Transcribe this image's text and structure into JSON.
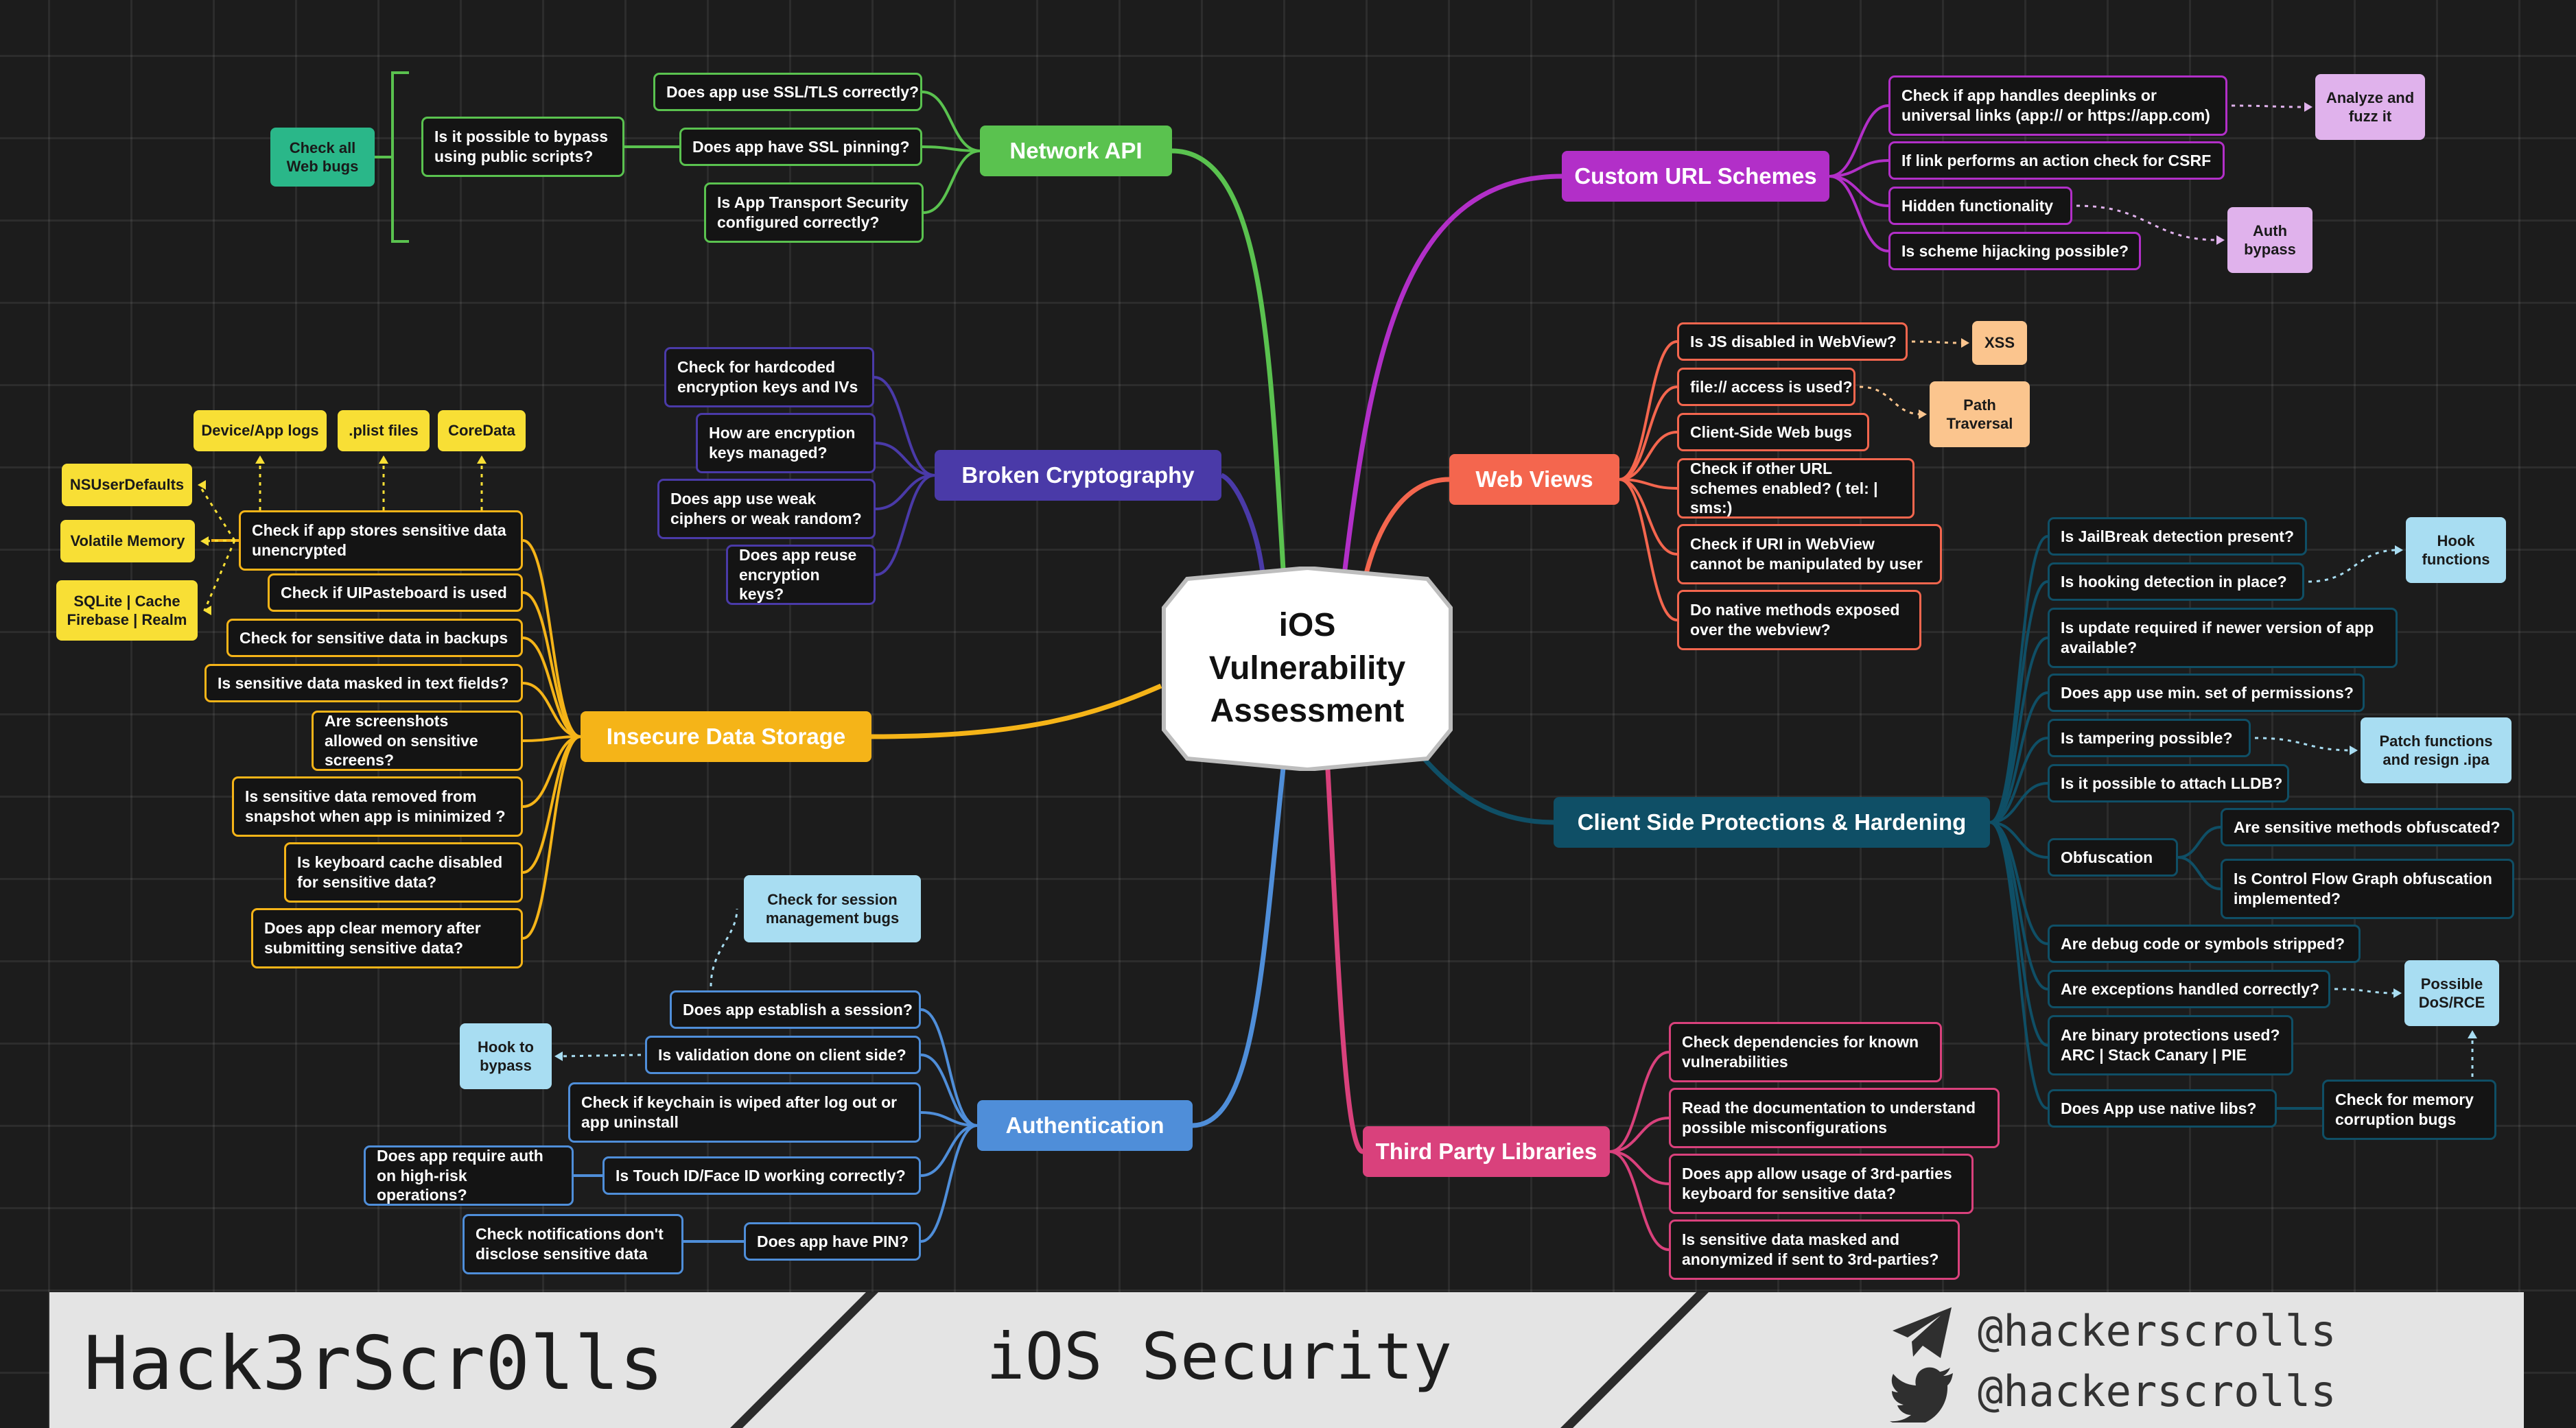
{
  "center": {
    "title": "iOS Vulnerability Assessment"
  },
  "colors": {
    "network": "#5ac24f",
    "crypto": "#4a3aa8",
    "storage": "#f5b418",
    "auth": "#4f8ed9",
    "url": "#b22fc8",
    "web": "#f4664e",
    "client": "#0f4f66",
    "thirdparty": "#d9417c",
    "note_yellow": "#f8df35",
    "note_green": "#2ab789",
    "note_purple": "#e0b2ec",
    "note_peach": "#fbc58e",
    "note_blue": "#a8ddf2"
  },
  "branches": {
    "network": "Network API",
    "crypto": "Broken Cryptography",
    "storage": "Insecure Data Storage",
    "auth": "Authentication",
    "url": "Custom URL Schemes",
    "web": "Web Views",
    "client": "Client Side Protections & Hardening",
    "thirdparty": "Third Party Libraries"
  },
  "network": {
    "leaves": [
      "Does app use SSL/TLS correctly?",
      "Does app have SSL pinning?",
      "Is App Transport Security configured correctly?"
    ],
    "bypass_question": "Is it possible to bypass using public scripts?",
    "note": "Check all Web bugs"
  },
  "crypto": {
    "leaves": [
      "Check for hardcoded encryption keys and IVs",
      "How are encryption keys managed?",
      "Does app use weak ciphers or weak random?",
      "Does app reuse encryption keys?"
    ]
  },
  "storage": {
    "leaves": [
      "Check if app stores sensitive data unencrypted",
      "Check if UIPasteboard is used",
      "Check for sensitive data in backups",
      "Is sensitive data masked in text fields?",
      "Are screenshots allowed on sensitive screens?",
      "Is sensitive data removed from snapshot when app is minimized ?",
      "Is keyboard cache disabled for sensitive data?",
      "Does app clear memory after submitting sensitive data?"
    ],
    "notes_top": [
      "Device/App logs",
      ".plist files",
      "CoreData"
    ],
    "notes_left": [
      "NSUserDefaults",
      "Volatile Memory",
      "SQLite | Cache Firebase | Realm"
    ]
  },
  "auth": {
    "leaves": [
      "Does app establish a session?",
      "Is validation done on client side?",
      "Check if keychain is wiped after log out or app uninstall",
      "Is Touch ID/Face ID working correctly?",
      "Does app have PIN?"
    ],
    "note_session": "Check for session management bugs",
    "note_hook": "Hook to bypass",
    "sub_touch": "Does app require auth on high-risk operations?",
    "sub_pin": "Check notifications don't disclose sensitive data"
  },
  "url": {
    "leaves": [
      "Check if app handles deeplinks or universal links (app:// or https://app.com)",
      "If link performs an action check for CSRF",
      "Hidden functionality",
      "Is scheme hijacking possible?"
    ],
    "note_fuzz": "Analyze and fuzz it",
    "note_auth": "Auth bypass"
  },
  "web": {
    "leaves": [
      "Is JS disabled in WebView?",
      "file:// access is used?",
      "Client-Side Web bugs",
      "Check if other URL schemes enabled? ( tel: | sms:)",
      "Check if URI in WebView cannot be manipulated by user",
      "Do native methods exposed over the webview?"
    ],
    "note_xss": "XSS",
    "note_path": "Path Traversal"
  },
  "client": {
    "leaves": [
      "Is JailBreak detection present?",
      "Is hooking detection in place?",
      "Is update required if newer version of app available?",
      "Does app use min. set of permissions?",
      "Is tampering possible?",
      "Is it possible to attach LLDB?",
      "Obfuscation",
      "Are debug code or symbols stripped?",
      "Are exceptions handled correctly?",
      "Are binary protections used? ARC | Stack Canary | PIE",
      "Does App use native libs?"
    ],
    "obfuscation": [
      "Are sensitive methods obfuscated?",
      "Is Control Flow Graph obfuscation implemented?"
    ],
    "note_hook": "Hook functions",
    "note_patch": "Patch functions and resign .ipa",
    "note_dos": "Possible DoS/RCE",
    "note_memory": "Check for memory corruption bugs"
  },
  "thirdparty": {
    "leaves": [
      "Check dependencies for known vulnerabilities",
      "Read the documentation to understand possible misconfigurations",
      "Does app allow usage of 3rd-parties keyboard for sensitive data?",
      "Is sensitive data masked and anonymized if sent to 3rd-parties?"
    ]
  },
  "footer": {
    "brand": "Hack3rScr0lls",
    "subtitle": "iOS Security",
    "telegram": "@hackerscrolls",
    "twitter": "@hackerscrolls",
    "telegram_icon": "telegram-icon",
    "twitter_icon": "twitter-icon"
  }
}
